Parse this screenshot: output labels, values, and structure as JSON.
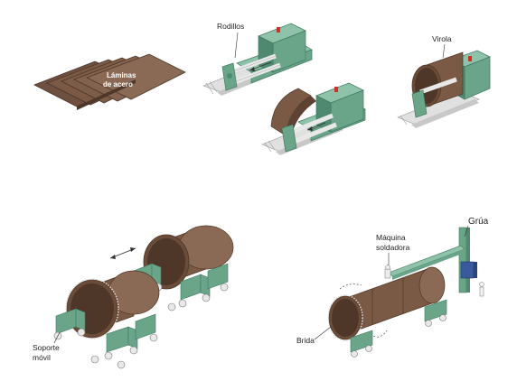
{
  "labels": {
    "laminas_line1": "Láminas",
    "laminas_line2": "de acero",
    "rodillos": "Rodillos",
    "virola": "Virola",
    "soporte_line1": "Soporte",
    "soporte_line2": "móvil",
    "maquina_line1": "Máquina",
    "maquina_line2": "soldadora",
    "grua": "Grúa",
    "brida": "Brida"
  },
  "colors": {
    "steel": "#7a5a44",
    "steel_dark": "#5e4333",
    "steel_light": "#9a7a60",
    "machine": "#6aa58a",
    "machine_dark": "#4f8a70",
    "machine_light": "#8fc3a9",
    "rail": "#d8d8d8",
    "roller": "#e6e6e6",
    "warning": "#d0302a",
    "label": "#222222"
  }
}
